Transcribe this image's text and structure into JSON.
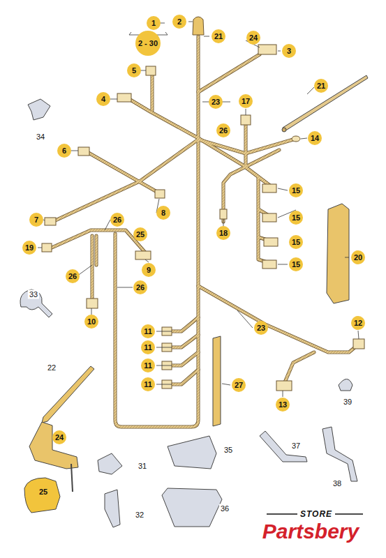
{
  "diagram": {
    "labels": [
      "1",
      "2 - 30",
      "2",
      "21",
      "24",
      "3",
      "5",
      "23",
      "4",
      "21",
      "17",
      "34",
      "26",
      "14",
      "6",
      "15",
      "8",
      "7",
      "18",
      "15",
      "26",
      "25",
      "15",
      "20",
      "19",
      "26",
      "9",
      "26",
      "15",
      "33",
      "10",
      "11",
      "23",
      "12",
      "11",
      "11",
      "27",
      "22",
      "11",
      "13",
      "39",
      "24",
      "35",
      "37",
      "31",
      "38",
      "25",
      "32",
      "36",
      "STORE",
      "Partsbery"
    ]
  }
}
